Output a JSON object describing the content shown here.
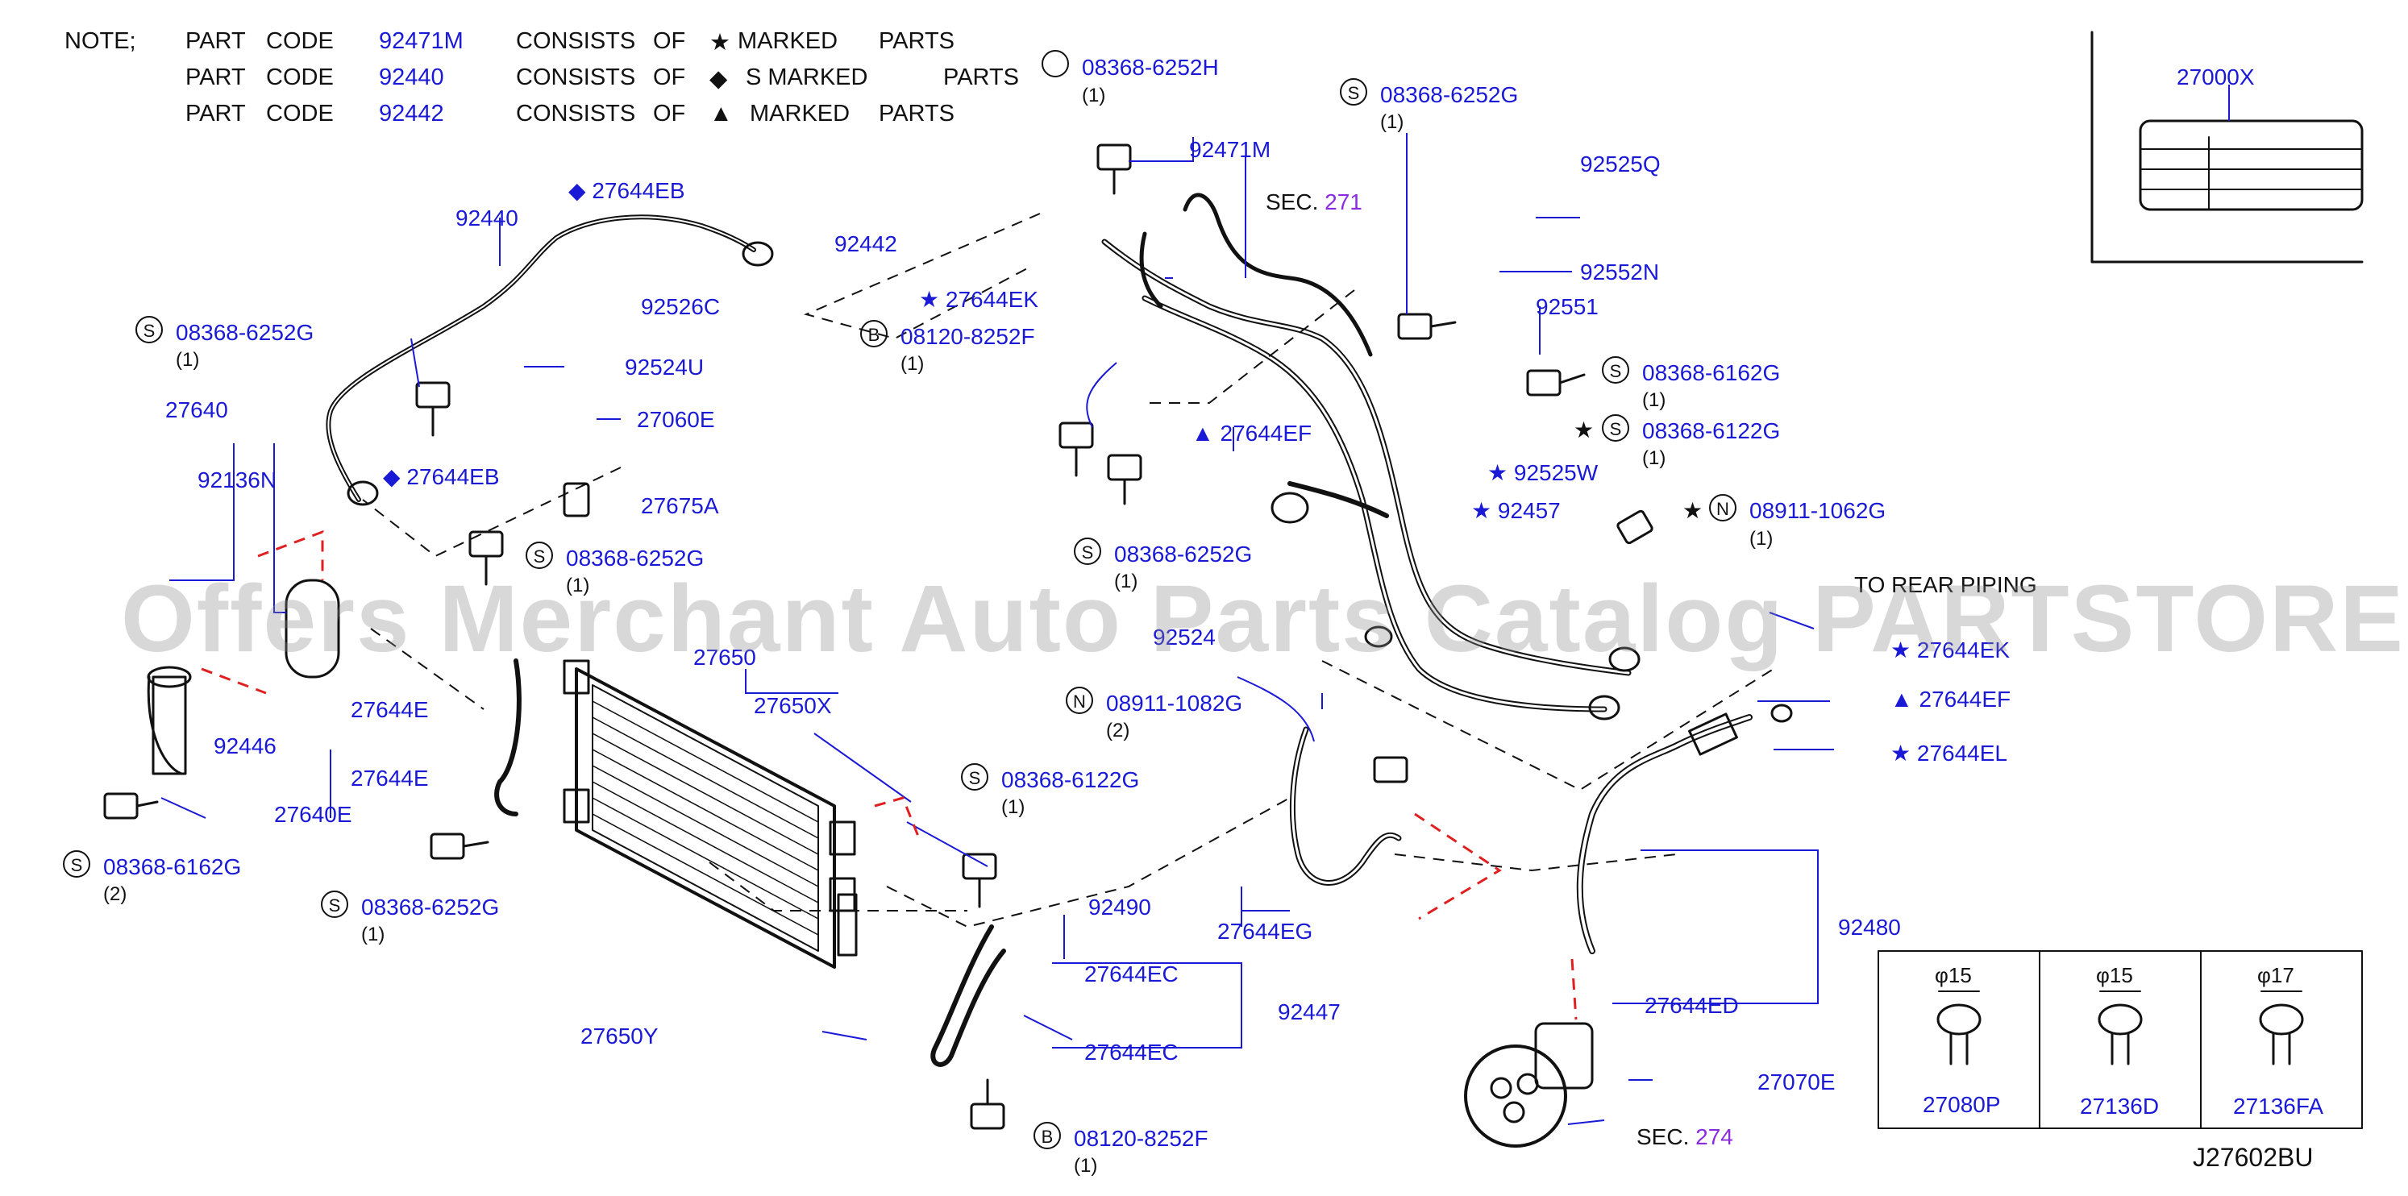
{
  "notes": [
    {
      "label": "NOTE;",
      "part": "PART",
      "code_word": "CODE",
      "code": "92471M",
      "consists": "CONSISTS",
      "of": "OF",
      "symbol": "★",
      "marked": "MARKED",
      "parts": "PARTS"
    },
    {
      "label": "",
      "part": "PART",
      "code_word": "CODE",
      "code": "92440",
      "consists": "CONSISTS",
      "of": "OF",
      "symbol": "◆",
      "marked": "S MARKED",
      "parts": "PARTS"
    },
    {
      "label": "",
      "part": "PART",
      "code_word": "CODE",
      "code": "92442",
      "consists": "CONSISTS",
      "of": "OF",
      "symbol": "▲",
      "marked": "MARKED",
      "parts": "PARTS"
    }
  ],
  "labels": {
    "p27000x": "27000X",
    "p92471m": "92471M",
    "p92440": "92440",
    "p27644eb_top": "◆ 27644EB",
    "p92442": "92442",
    "p27644ek_top": "★ 27644EK",
    "p92526c": "92526C",
    "p92524u": "92524U",
    "p27060e": "27060E",
    "p27644eb_low": "◆ 27644EB",
    "p27675a": "27675A",
    "p27640": "27640",
    "p92136n": "92136N",
    "p92446": "92446",
    "p27640e": "27640E",
    "p27644e_a": "27644E",
    "p27644e_b": "27644E",
    "p27650": "27650",
    "p27650x": "27650X",
    "p27650y": "27650Y",
    "p92525q": "92525Q",
    "p92552n": "92552N",
    "p92551": "92551",
    "p27644ef_top": "▲ 27644EF",
    "p92525w": "★ 92525W",
    "p92457": "★ 92457",
    "p92490": "92490",
    "p27644eg": "27644EG",
    "p27644ec_a": "27644EC",
    "p27644ec_b": "27644EC",
    "p92447": "92447",
    "p27644ek_right": "★ 27644EK",
    "p27644ef_right": "▲ 27644EF",
    "p27644el": "★ 27644EL",
    "p92480": "92480",
    "p27644ed": "27644ED",
    "p27070e": "27070E",
    "p27080p": "27080P",
    "p27136d": "27136D",
    "p27136fa": "27136FA",
    "p92524_partial": "92524",
    "sec271_code": "271",
    "sec274_code": "274"
  },
  "fasteners": {
    "f1": {
      "sym": "",
      "code": "08368-6252H",
      "qty": "(1)"
    },
    "f2": {
      "sym": "S",
      "code": "08368-6252G",
      "qty": "(1)"
    },
    "f3": {
      "sym": "S",
      "code": "08368-6252G",
      "qty": "(1)"
    },
    "f4": {
      "sym": "B",
      "code": "08120-8252F",
      "qty": "(1)"
    },
    "f5": {
      "sym": "S",
      "code": "08368-6162G",
      "qty": "(1)"
    },
    "f6": {
      "sym": "S",
      "code": "08368-6122G",
      "qty": "(1)"
    },
    "f7": {
      "sym": "N",
      "code": "08911-1062G",
      "qty": "(1)"
    },
    "f8": {
      "sym": "S",
      "code": "08368-6252G",
      "qty": "(1)"
    },
    "f9": {
      "sym": "S",
      "code": "08368-6252G",
      "qty": "(1)"
    },
    "f10": {
      "sym": "N",
      "code": "08911-1082G",
      "qty": "(2)"
    },
    "f11": {
      "sym": "S",
      "code": "08368-6122G",
      "qty": "(1)"
    },
    "f12": {
      "sym": "S",
      "code": "08368-6162G",
      "qty": "(2)"
    },
    "f13": {
      "sym": "S",
      "code": "08368-6252G",
      "qty": "(1)"
    },
    "f14": {
      "sym": "B",
      "code": "08120-8252F",
      "qty": "(1)"
    }
  },
  "stars": {
    "f6_star": "★",
    "f7_star": "★"
  },
  "sec": {
    "word": "SEC."
  },
  "to_rear_piping": "TO REAR PIPING",
  "clips": {
    "d1": "φ15",
    "d2": "φ15",
    "d3": "φ17"
  },
  "diagram_code": "J27602BU",
  "watermark": "Offers Merchant Auto Parts Catalog PARTSTORE.SA",
  "colors": {
    "label": "#1a1ad6",
    "sec_code": "#8a2be2",
    "line": "#111111",
    "dashed_red": "#e02020"
  }
}
